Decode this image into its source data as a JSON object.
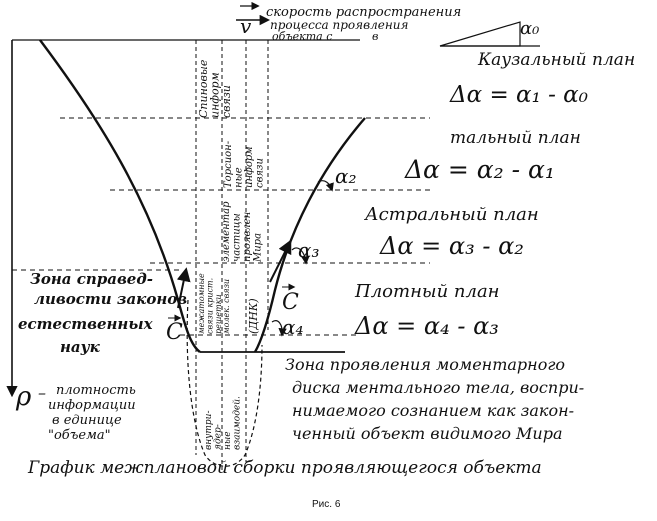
{
  "velocity": {
    "symbol": "v",
    "line1": "скорость распространения",
    "line2": "процесса проявления",
    "line3": "объекта с",
    "line3b": "в"
  },
  "alpha0": "α₀",
  "planes": [
    {
      "name": "Каузальный план",
      "formula": "Δα = α₁ - α₀"
    },
    {
      "name": "тальный план",
      "formula": "Δα = α₂ - α₁"
    },
    {
      "name": "Астральный план",
      "formula": "Δα = α₃ - α₂"
    },
    {
      "name": "Плотный план",
      "formula": "Δα = α₄ - α₃"
    }
  ],
  "angles": {
    "a2": "α₂",
    "a3": "α₃",
    "a4": "α₄"
  },
  "c_symbol": "C",
  "zone_left": [
    "Зона справед-",
    "ливости законов",
    "естественных",
    "наук"
  ],
  "zone_bottom": [
    "Зона проявления моментарного",
    "диска ментального тела, воспри-",
    "нимаемого сознанием как закон-",
    "ченный объект видимого Мира"
  ],
  "rho": {
    "symbol": "ρ",
    "dash": "–",
    "lines": [
      "плотность",
      "информации",
      "в единице",
      "\"объема\""
    ]
  },
  "columns": {
    "c1": [
      "Спиновые",
      "информ",
      "связи"
    ],
    "c2": [
      "Торсион-",
      "ные",
      "информ",
      "связи"
    ],
    "c3": [
      "элементар",
      "частицы",
      "проявлен",
      "Мира"
    ],
    "c4": [
      "межатомные",
      "связи крист.",
      "решетки",
      "молек. связи"
    ],
    "dnk": "(ДНК)",
    "c5": [
      "внутри-",
      "ядер-",
      "ные",
      "взаимодей."
    ]
  },
  "caption": "График межплановой сборки проявляющегося объекта",
  "fig": "Рис. 6"
}
